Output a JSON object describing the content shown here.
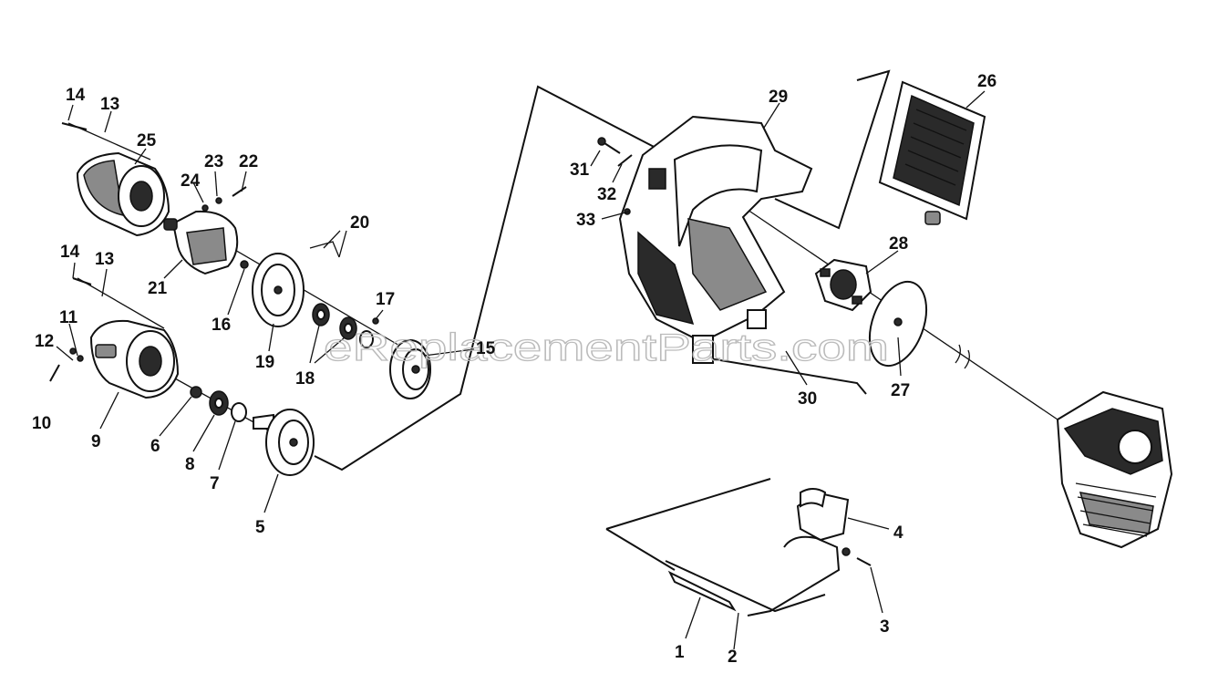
{
  "watermark": "eReplacementParts.com",
  "callouts": [
    {
      "id": "c1",
      "text": "1"
    },
    {
      "id": "c2",
      "text": "2"
    },
    {
      "id": "c3",
      "text": "3"
    },
    {
      "id": "c4",
      "text": "4"
    },
    {
      "id": "c5",
      "text": "5"
    },
    {
      "id": "c6",
      "text": "6"
    },
    {
      "id": "c7",
      "text": "7"
    },
    {
      "id": "c8",
      "text": "8"
    },
    {
      "id": "c9",
      "text": "9"
    },
    {
      "id": "c10",
      "text": "10"
    },
    {
      "id": "c11",
      "text": "11"
    },
    {
      "id": "c12",
      "text": "12"
    },
    {
      "id": "c13a",
      "text": "13"
    },
    {
      "id": "c13b",
      "text": "13"
    },
    {
      "id": "c14a",
      "text": "14"
    },
    {
      "id": "c14b",
      "text": "14"
    },
    {
      "id": "c15",
      "text": "15"
    },
    {
      "id": "c16",
      "text": "16"
    },
    {
      "id": "c17",
      "text": "17"
    },
    {
      "id": "c18",
      "text": "18"
    },
    {
      "id": "c19",
      "text": "19"
    },
    {
      "id": "c20",
      "text": "20"
    },
    {
      "id": "c21",
      "text": "21"
    },
    {
      "id": "c22",
      "text": "22"
    },
    {
      "id": "c23",
      "text": "23"
    },
    {
      "id": "c24",
      "text": "24"
    },
    {
      "id": "c25",
      "text": "25"
    },
    {
      "id": "c26",
      "text": "26"
    },
    {
      "id": "c27",
      "text": "27"
    },
    {
      "id": "c28",
      "text": "28"
    },
    {
      "id": "c29",
      "text": "29"
    },
    {
      "id": "c30",
      "text": "30"
    },
    {
      "id": "c31",
      "text": "31"
    },
    {
      "id": "c32",
      "text": "32"
    },
    {
      "id": "c33",
      "text": "33"
    }
  ]
}
